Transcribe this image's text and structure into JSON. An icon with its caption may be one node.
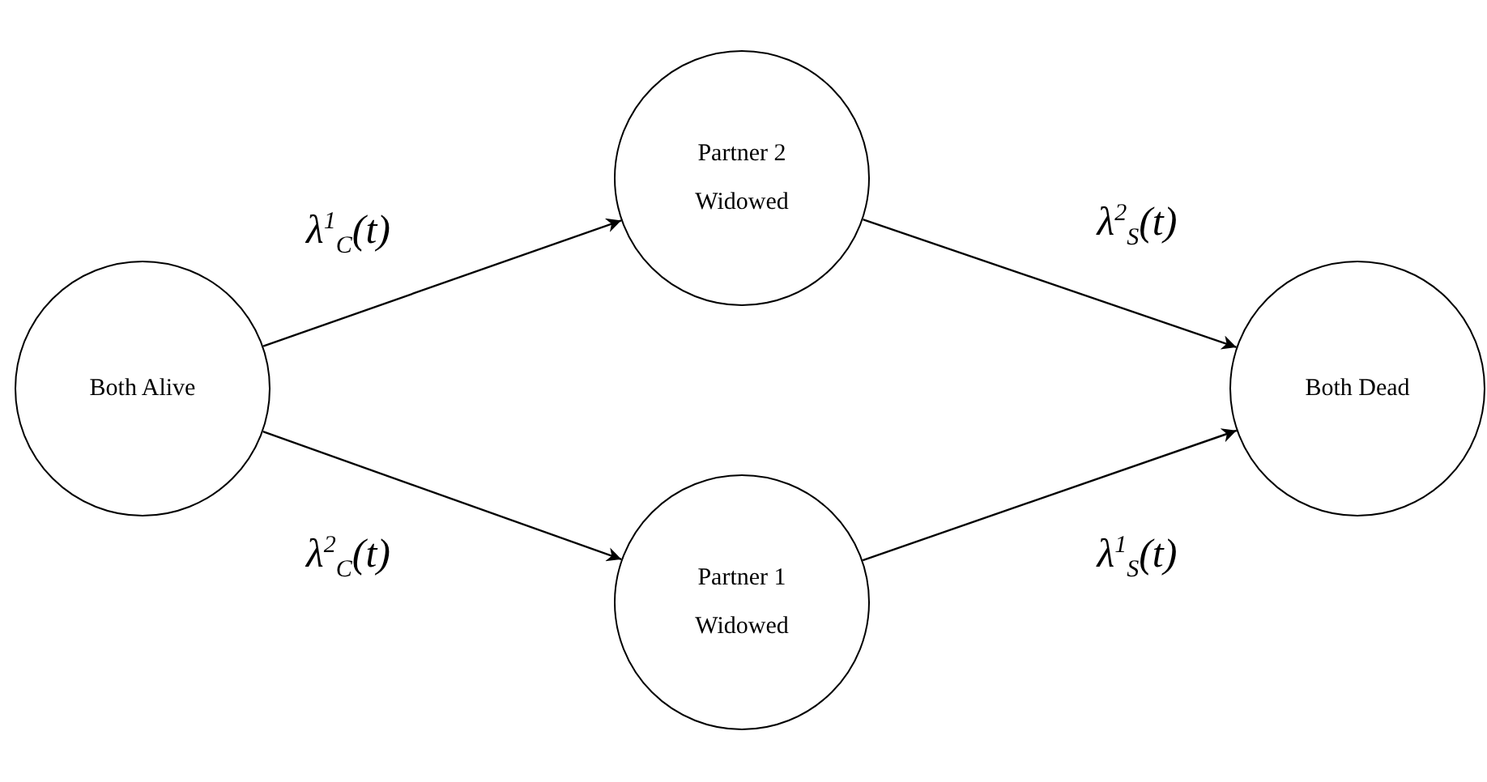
{
  "diagram": {
    "nodes": [
      {
        "text": [
          "Both Alive"
        ]
      },
      {
        "text": [
          "Partner 2 Widowed"
        ]
      },
      {
        "text": [
          "Partner 1 Widowed"
        ]
      },
      {
        "text": [
          "Both Dead"
        ]
      }
    ],
    "edges": [
      {
        "from": 0,
        "to": 1,
        "arrow": "to",
        "label": "λ$^{1}$$_{C}$(t)"
      },
      {
        "from": 0,
        "to": 2,
        "arrow": "to",
        "label": "λ$^{2}$$_{C}$(t)"
      },
      {
        "from": 1,
        "to": 3,
        "arrow": "to",
        "label": "λ$^{2}$$_{S}$(t)"
      },
      {
        "from": 2,
        "to": 3,
        "arrow": "to",
        "label": "λ$^{1}$$_{S}$(t)"
      }
    ]
  }
}
